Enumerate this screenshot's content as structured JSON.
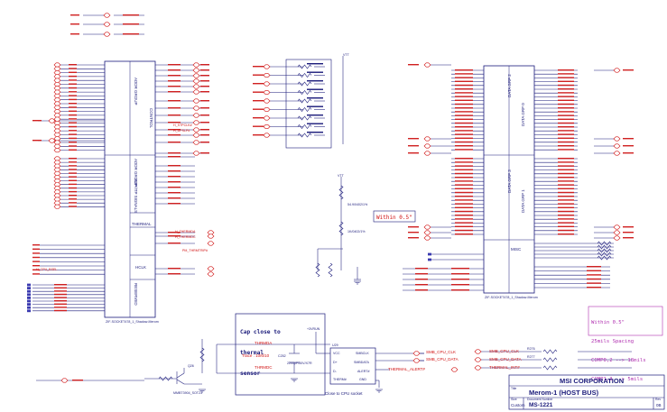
{
  "title_block": {
    "company": "MSI CORPORATION",
    "title": "Merom-1 (HOST BUS)",
    "size_label": "Size",
    "docnum_label": "Document Number",
    "rev_label": "Rev",
    "size_value": "Custom",
    "docnum_value": "MS-1221",
    "rev_value": "0B"
  },
  "notes": {
    "within_05_left": "Within 0.5\"",
    "cap_close_lines": [
      "Cap close to",
      "thermal",
      "sensor"
    ],
    "trace_note": "Trace : 10/6/10",
    "close_to_cpu": "Close to CPU socket",
    "spacing_lines": [
      "Within 0.5\"",
      "25mils Spacing",
      "COMP0,2 --> 18mils",
      "COMP1,3 --> 5mils"
    ]
  },
  "labels": {
    "addr_group_0": "ADDR GROUP",
    "control": "CONTROL",
    "addr_group_1": "ADDR GROUP",
    "xdp_itp": "XDP/ITP SIGNALS",
    "thermal": "THERMAL",
    "hclk": "HCLK",
    "reserved": "RESERVED",
    "data_grp_2": "DATA GRP 2",
    "data_grp_3": "DATA GRP 3",
    "data_grp_0": "DATA GRP 0",
    "data_grp_1": "DATA GRP 1",
    "misc": "MISC",
    "part_left": "ZIF-SOCKET478_1_Shadow-Merom",
    "part_right": "ZIF-SOCKET478_1_Shadow-Merom",
    "sensor_ref": "U29",
    "vcc_pin": "VCC",
    "smbclk_pin": "SMBCLK",
    "smbdata_pin": "SMBDATA",
    "alert_pin": "ALERT#",
    "dplus_pin": "D+",
    "dminus_pin": "D-",
    "therm_pin": "THERM#",
    "gnd_pin": "GND",
    "smb_clk_net": "SMB_CPU_CLK",
    "smb_data_net": "SMB_CPU_DATA",
    "thermal_alert_net": "THERMAL_ALERT#",
    "thermal_net": "THERMAL_INT#",
    "r_sensor_top": "R276",
    "r_sensor_bot": "R277",
    "vcc3_net": "+3VRUN",
    "vtt_net": "VTT",
    "thrmda": "THRMDA",
    "thrmdc": "THRMDC",
    "pm_thrmtrip": "PM_THRMTRIP#",
    "cpu_bsel": "H_CPU_BSEL",
    "h_thermda": "H_THERMDA",
    "h_thermdc": "H_THERMDC",
    "cap_ref": "C252",
    "cap_val": "2200pF/50V/X7R",
    "bjt_ref": "Q26",
    "bjt_part": "MMBT3904_SOT23",
    "res_val": "1K/0402/1%",
    "res_val2": "54.9/0402/1%",
    "h_stpclk": "H_STPCLK#",
    "h_dpslp": "H_DPSLP#"
  }
}
